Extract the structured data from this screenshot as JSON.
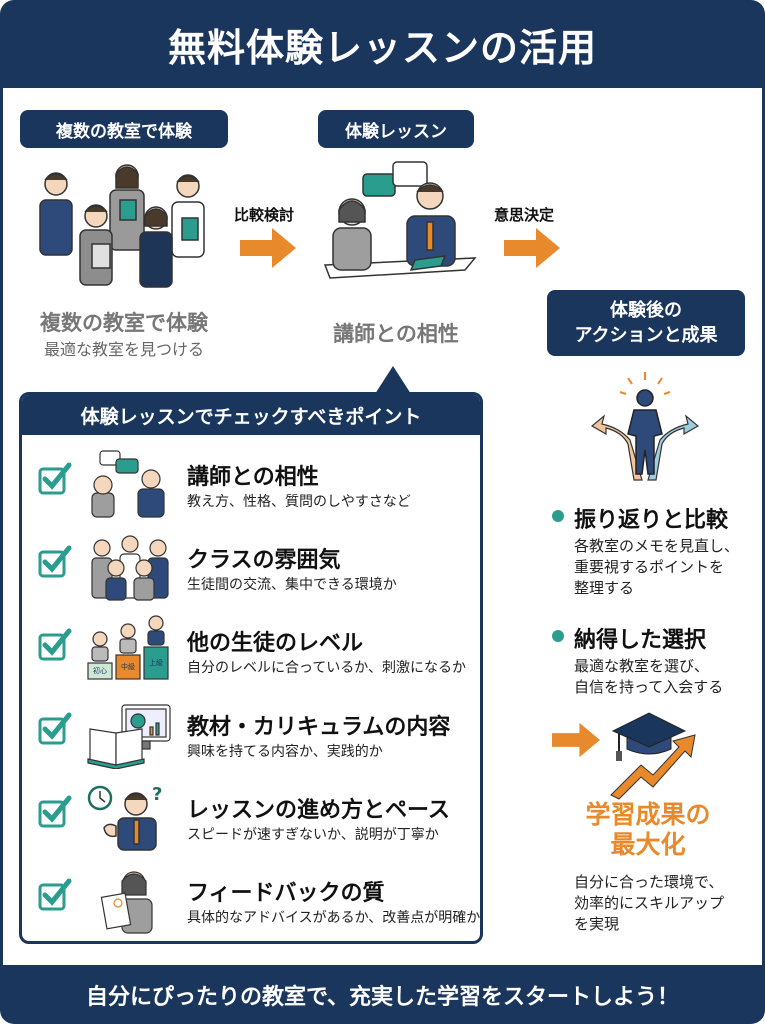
{
  "header": {
    "title": "無料体験レッスンの活用"
  },
  "flow": {
    "step1": {
      "pill": "複数の教室で体験",
      "caption_main": "複数の教室で体験",
      "caption_sub": "最適な教室を見つける",
      "illustration": "group-of-students-icon"
    },
    "arrow1_label": "比較検討",
    "step2": {
      "pill": "体験レッスン",
      "caption_main": "講師との相性",
      "illustration": "teacher-student-talk-icon"
    },
    "arrow2_label": "意思決定"
  },
  "checklist": {
    "title": "体験レッスンでチェックすべきポイント",
    "items": [
      {
        "title": "講師との相性",
        "sub": "教え方、性格、質問のしやすさなど",
        "icon": "conversation-icon"
      },
      {
        "title": "クラスの雰囲気",
        "sub": "生徒間の交流、集中できる環境か",
        "icon": "class-group-icon"
      },
      {
        "title": "他の生徒のレベル",
        "sub": "自分のレベルに合っているか、刺激になるか",
        "icon": "level-podium-icon",
        "levels": [
          "初心",
          "中級",
          "上級"
        ]
      },
      {
        "title": "教材・カリキュラムの内容",
        "sub": "興味を持てる内容か、実践的か",
        "icon": "textbook-monitor-icon"
      },
      {
        "title": "レッスンの進め方とペース",
        "sub": "スピードが速すぎないか、説明が丁寧か",
        "icon": "clock-teacher-icon"
      },
      {
        "title": "フィードバックの質",
        "sub": "具体的なアドバイスがあるか、改善点が明確か",
        "icon": "feedback-document-icon"
      }
    ]
  },
  "after": {
    "pill_line1": "体験後の",
    "pill_line2": "アクションと成果",
    "items": [
      {
        "title": "振り返りと比較",
        "sub": [
          "各教室のメモを見直し、",
          "重要視するポイントを",
          "整理する"
        ]
      },
      {
        "title": "納得した選択",
        "sub": [
          "最適な教室を選び、",
          "自信を持って入会する"
        ]
      }
    ],
    "result_title_1": "学習成果の",
    "result_title_2": "最大化",
    "result_sub": [
      "自分に合った環境で、",
      "効率的にスキルアップ",
      "を実現"
    ]
  },
  "footer": {
    "text": "自分にぴったりの教室で、充実した学習をスタートしよう！"
  },
  "colors": {
    "navy": "#1b365d",
    "orange": "#e8892b",
    "teal": "#2a9d8f"
  }
}
